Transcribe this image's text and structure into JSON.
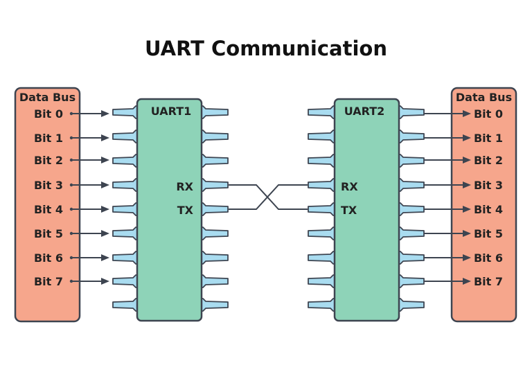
{
  "title": "UART Communication",
  "left_bus": {
    "label": "Data Bus",
    "bits": [
      "Bit 0",
      "Bit 1",
      "Bit 2",
      "Bit 3",
      "Bit 4",
      "Bit 5",
      "Bit 6",
      "Bit 7"
    ]
  },
  "right_bus": {
    "label": "Data Bus",
    "bits": [
      "Bit 0",
      "Bit 1",
      "Bit 2",
      "Bit 3",
      "Bit 4",
      "Bit 5",
      "Bit 6",
      "Bit 7"
    ]
  },
  "uart1": {
    "label": "UART1",
    "rx_label": "RX",
    "tx_label": "TX"
  },
  "uart2": {
    "label": "UART2",
    "rx_label": "RX",
    "tx_label": "TX"
  },
  "colors": {
    "bus_fill": "#f6a68c",
    "chip_fill": "#8ed3b8",
    "pin_fill": "#a9dcf0",
    "line": "#3d4450",
    "text": "#222222"
  }
}
